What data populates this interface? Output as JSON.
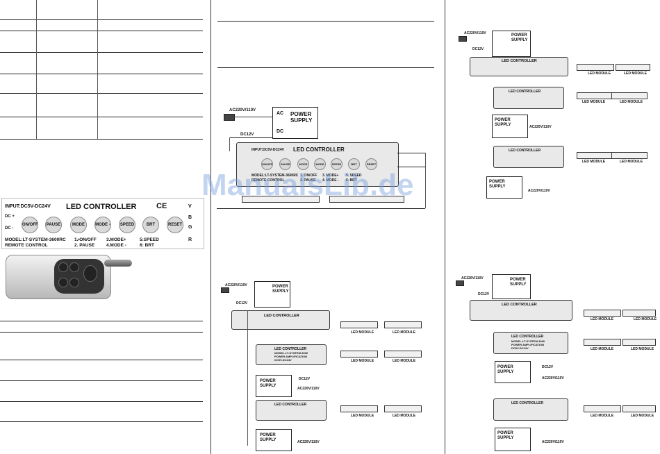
{
  "watermark": "ManualsLib.de",
  "panel": {
    "input": "INPUT:DC5V-DC24V",
    "title": "LED   CONTROLLER",
    "ce": "CE",
    "dc_plus": "DC +",
    "dc_minus": "DC -",
    "v": "V",
    "b": "B",
    "g": "G",
    "r": "R",
    "buttons": [
      "ON/OFF",
      "PAUSE",
      "MODE +",
      "MODE -",
      "SPEED",
      "BRT",
      "RESET"
    ],
    "model": "MODEL:LT-SYSTEM-3600RC",
    "remote": "REMOTE CONTROL",
    "f1": "1. ON/OFF",
    "f2": "2. PAUSE",
    "f3": "3.MODE+",
    "f4": "4.MODE -",
    "f5": "5:SPEED",
    "f6": "6: BRT"
  },
  "diagram": {
    "ac": "AC220V/110V",
    "power_supply": "POWER SUPPLY",
    "dc12v": "DC12V",
    "ac_label": "AC",
    "dc_label": "DC",
    "led_controller": "LED CONTROLLER",
    "led_module": "LED MODULE",
    "input": "INPUT:DC5V-DC24V",
    "model_ctrl": "MODEL:LT-SYSTEM-3600RC",
    "remote_ctrl": "REMOTE CONTROL",
    "amp_model": "MODEL:LT-SYSTEM-3000",
    "power_amp": "POWER AMPLIFICATION",
    "dc_range": "DC5V-DC24V",
    "buttons": [
      "ON/OFF",
      "PAUSE",
      "MODE",
      "MODE",
      "SPEED",
      "BRT",
      "RESET"
    ],
    "f1": "1. ON/OFF",
    "f2": "2. PAUSE",
    "f3": "3. MODE+",
    "f4": "4. MODE -",
    "f5": "5. SPEED",
    "f6": "6. BRT"
  },
  "colors": {
    "watermark": "#78a0dc",
    "line": "#222222",
    "panel_button": "#d9d9d9"
  }
}
